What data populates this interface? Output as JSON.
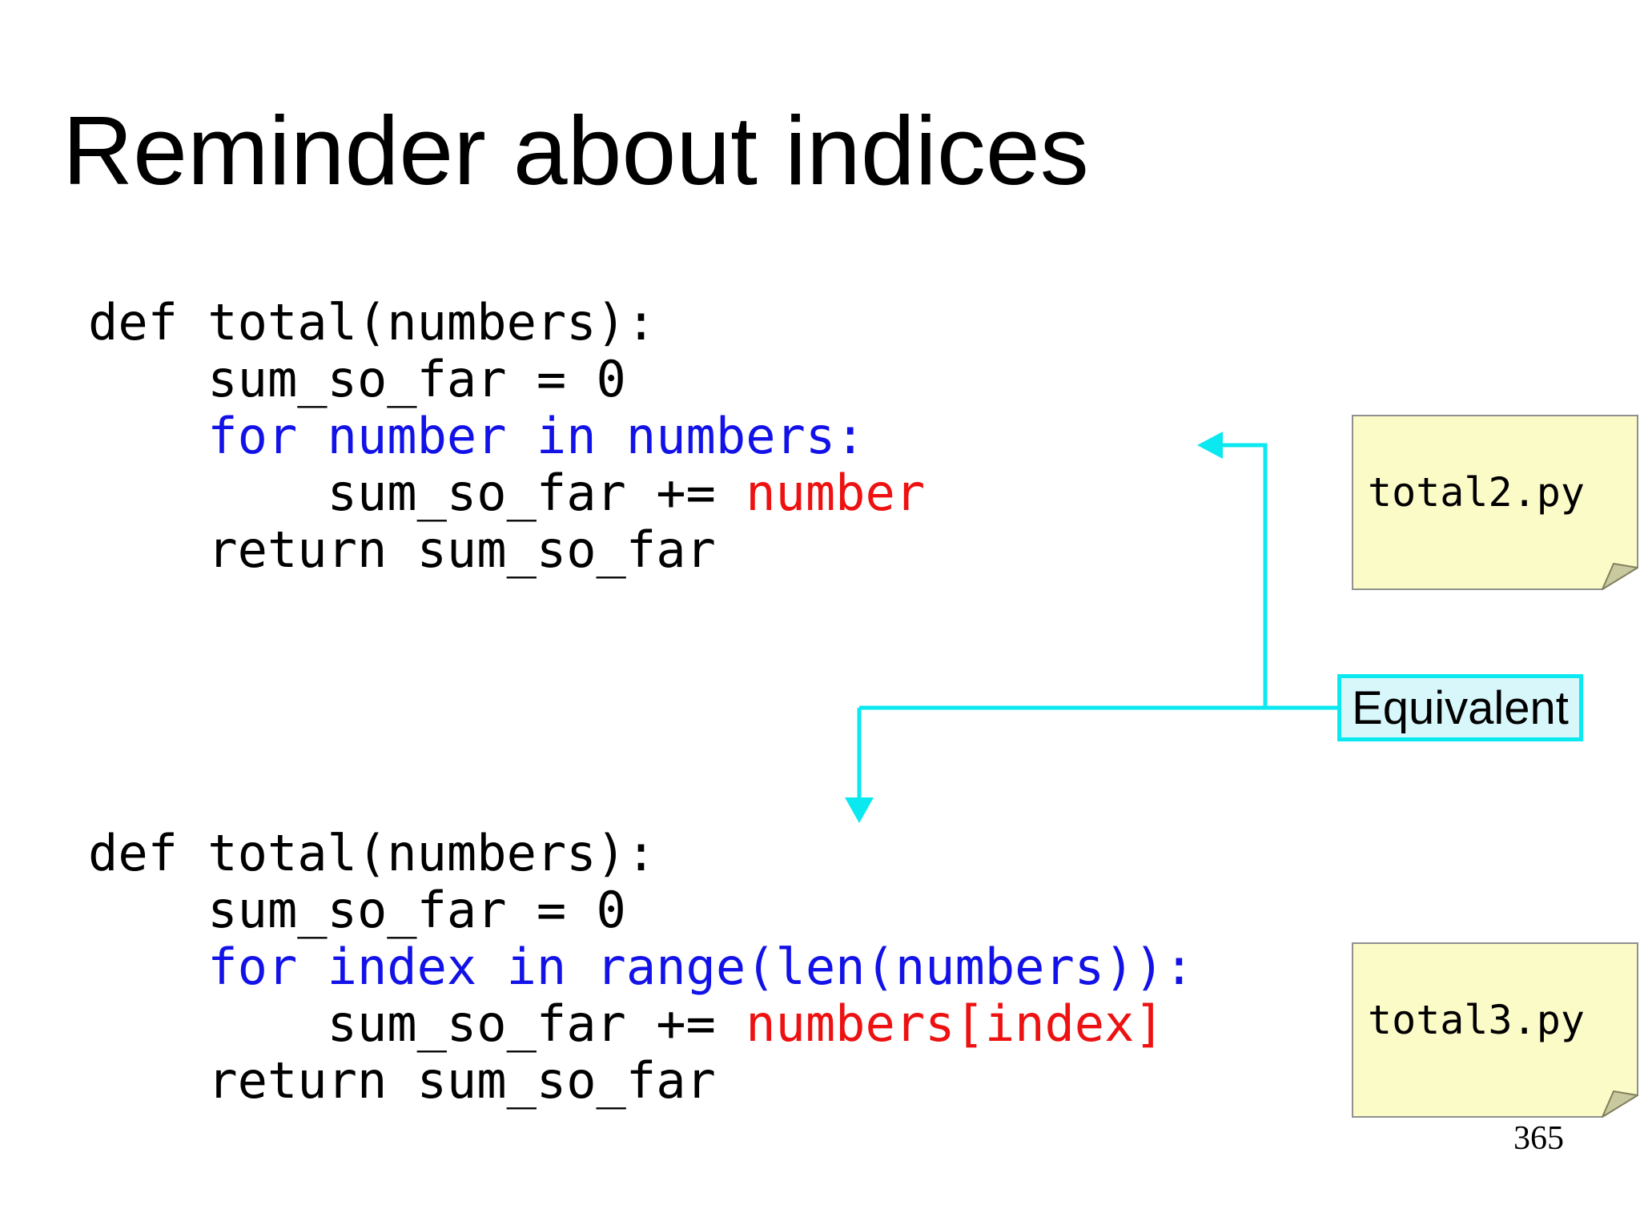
{
  "slide": {
    "title": "Reminder about indices",
    "page_number": "365"
  },
  "colors": {
    "code_default": "#000000",
    "code_keyword_line": "#1212e8",
    "code_highlight": "#ee1111",
    "connector": "#0ae8f0",
    "equivalent_fill": "#d8f7fa",
    "note_fill": "#fbfbc8",
    "note_border": "#909090",
    "note_fold": "#c9c9a0"
  },
  "labels": {
    "equivalent": "Equivalent",
    "note_total2": "total2.py",
    "note_total3": "total3.py"
  },
  "code_blocks": [
    {
      "name": "total2-code",
      "lines": [
        [
          {
            "t": "def total(numbers):",
            "c": "default"
          }
        ],
        [
          {
            "t": "    sum_so_far = 0",
            "c": "default"
          }
        ],
        [
          {
            "t": "    for number in numbers:",
            "c": "keyword"
          }
        ],
        [
          {
            "t": "        sum_so_far += ",
            "c": "default"
          },
          {
            "t": "number",
            "c": "highlight"
          }
        ],
        [
          {
            "t": "    return sum_so_far",
            "c": "default"
          }
        ]
      ]
    },
    {
      "name": "total3-code",
      "lines": [
        [
          {
            "t": "def total(numbers):",
            "c": "default"
          }
        ],
        [
          {
            "t": "    sum_so_far = 0",
            "c": "default"
          }
        ],
        [
          {
            "t": "    for index in range(len(numbers)):",
            "c": "keyword"
          }
        ],
        [
          {
            "t": "        sum_so_far += ",
            "c": "default"
          },
          {
            "t": "numbers[index]",
            "c": "highlight"
          }
        ],
        [
          {
            "t": "    return sum_so_far",
            "c": "default"
          }
        ]
      ]
    }
  ]
}
